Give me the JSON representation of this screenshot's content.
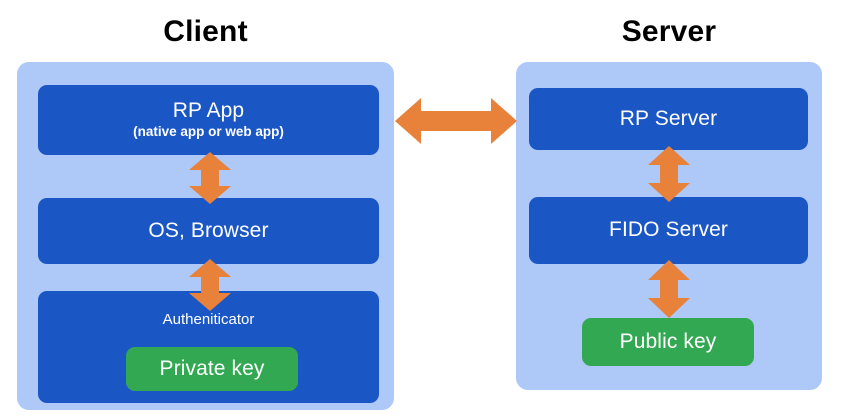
{
  "diagram": {
    "title_client": "Client",
    "title_server": "Server",
    "background_color": "#ffffff",
    "colors": {
      "panel": "#aec8f7",
      "box": "#1b57c4",
      "chip": "#33a852",
      "arrow": "#e8823a",
      "title_text": "#000000",
      "box_text": "#ffffff"
    }
  },
  "client": {
    "title": "Client",
    "boxes": [
      {
        "id": "rp-app",
        "primary": "RP App",
        "secondary": "(native app or web app)"
      },
      {
        "id": "os-browser",
        "primary": "OS, Browser"
      },
      {
        "id": "authenticator",
        "primary": "Autheniticator",
        "chip": "Private key"
      }
    ]
  },
  "server": {
    "title": "Server",
    "boxes": [
      {
        "id": "rp-server",
        "primary": "RP Server"
      },
      {
        "id": "fido-server",
        "primary": "FIDO Server"
      }
    ],
    "chip": "Public key"
  },
  "arrows": [
    {
      "id": "client-server",
      "from": "RP App",
      "to": "RP Server",
      "direction": "bidirectional",
      "orientation": "horizontal"
    },
    {
      "id": "rpapp-os",
      "from": "RP App",
      "to": "OS, Browser",
      "direction": "bidirectional",
      "orientation": "vertical"
    },
    {
      "id": "os-authenticator",
      "from": "OS, Browser",
      "to": "Autheniticator",
      "direction": "bidirectional",
      "orientation": "vertical"
    },
    {
      "id": "rpserver-fidoserver",
      "from": "RP Server",
      "to": "FIDO Server",
      "direction": "bidirectional",
      "orientation": "vertical"
    },
    {
      "id": "fidoserver-publickey",
      "from": "FIDO Server",
      "to": "Public key",
      "direction": "bidirectional",
      "orientation": "vertical"
    }
  ]
}
